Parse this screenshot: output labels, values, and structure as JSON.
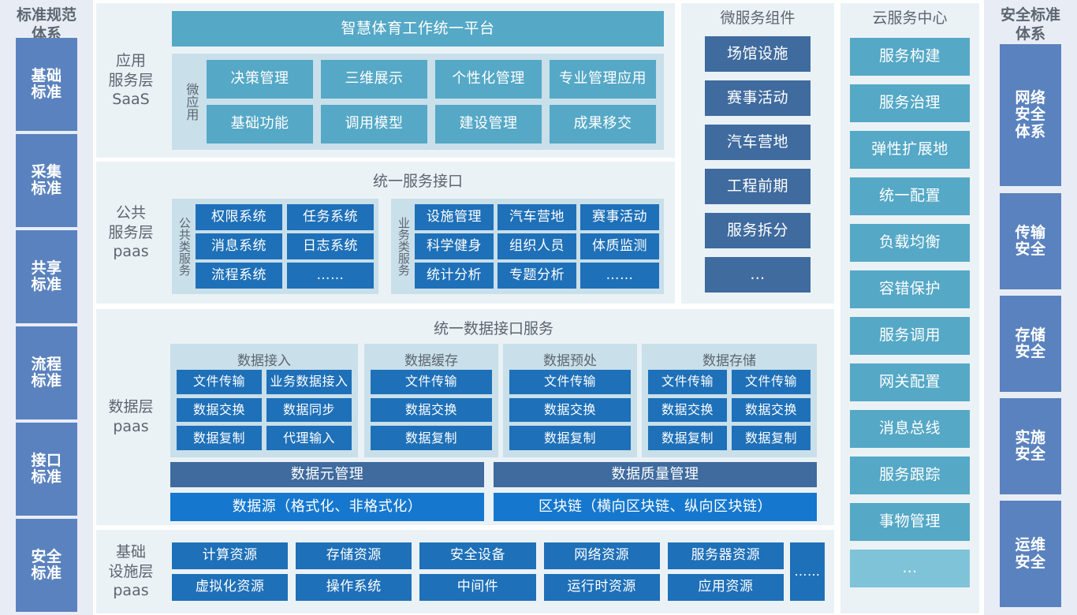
{
  "left_column": {
    "title": "标准规范\n体系",
    "title_lines": [
      "标准规范",
      "体系"
    ],
    "items": [
      {
        "label": "基础\n标准",
        "lines": [
          "基础",
          "标准"
        ]
      },
      {
        "label": "采集\n标准",
        "lines": [
          "采集",
          "标准"
        ]
      },
      {
        "label": "共享\n标准",
        "lines": [
          "共享",
          "标准"
        ]
      },
      {
        "label": "流程\n标准",
        "lines": [
          "流程",
          "标准"
        ]
      },
      {
        "label": "接口\n标准",
        "lines": [
          "接口",
          "标准"
        ]
      },
      {
        "label": "安全\n标准",
        "lines": [
          "安全",
          "标准"
        ]
      }
    ]
  },
  "right_column": {
    "title_lines": [
      "安全标准",
      "体系"
    ],
    "items": [
      {
        "lines": [
          "网络",
          "安全",
          "体系"
        ]
      },
      {
        "lines": [
          "传输",
          "安全"
        ]
      },
      {
        "lines": [
          "存储",
          "安全"
        ]
      },
      {
        "lines": [
          "实施",
          "安全"
        ]
      },
      {
        "lines": [
          "运维",
          "安全"
        ]
      }
    ]
  },
  "application_layer": {
    "label_lines": [
      "应用",
      "服务层",
      "SaaS"
    ],
    "platform_title": "智慧体育工作统一平台",
    "group_label": "微应用",
    "apps_row1": [
      "决策管理",
      "三维展示",
      "个性化管理",
      "专业管理应用"
    ],
    "apps_row2": [
      "基础功能",
      "调用模型",
      "建设管理",
      "成果移交"
    ]
  },
  "public_service_layer": {
    "label_lines": [
      "公共",
      "服务层",
      "paas"
    ],
    "title": "统一服务接口",
    "groups": [
      {
        "vlabel": "公共类服务",
        "items": [
          "权限系统",
          "任务系统",
          "消息系统",
          "日志系统",
          "流程系统",
          "……"
        ],
        "columns": 2
      },
      {
        "vlabel": "业务类服务",
        "items": [
          "设施管理",
          "汽车营地",
          "赛事活动",
          "科学健身",
          "组织人员",
          "体质监测",
          "统计分析",
          "专题分析",
          "……"
        ],
        "columns": 3
      }
    ]
  },
  "data_layer": {
    "label_lines": [
      "数据层",
      "paas"
    ],
    "title": "统一数据接口服务",
    "groups": [
      {
        "title": "数据接入",
        "columns": 2,
        "items": [
          "文件传输",
          "业务数据接入",
          "数据交换",
          "数据同步",
          "数据复制",
          "代理输入"
        ]
      },
      {
        "title": "数据缓存",
        "columns": 1,
        "items": [
          "文件传输",
          "数据交换",
          "数据复制"
        ]
      },
      {
        "title": "数据预处",
        "columns": 1,
        "items": [
          "文件传输",
          "数据交换",
          "数据复制"
        ]
      },
      {
        "title": "数据存储",
        "columns": 2,
        "items": [
          "文件传输",
          "文件传输",
          "数据交换",
          "数据交换",
          "数据复制",
          "数据复制"
        ]
      }
    ],
    "management_bars": [
      "数据元管理",
      "数据质量管理"
    ],
    "source_bars": [
      "数据源（格式化、非格式化）",
      "区块链（横向区块链、纵向区块链）"
    ]
  },
  "infrastructure_layer": {
    "label_lines": [
      "基础",
      "设施层",
      "paas"
    ],
    "row1": [
      "计算资源",
      "存储资源",
      "安全设备",
      "网络资源",
      "服务器资源"
    ],
    "row2": [
      "虚拟化资源",
      "操作系统",
      "中间件",
      "运行时资源",
      "应用资源"
    ],
    "more": "……"
  },
  "microservice_components": {
    "title": "微服务组件",
    "items": [
      "场馆设施",
      "赛事活动",
      "汽车营地",
      "工程前期",
      "服务拆分",
      "…"
    ]
  },
  "cloud_service_center": {
    "title": "云服务中心",
    "items": [
      "服务构建",
      "服务治理",
      "弹性扩展地",
      "统一配置",
      "负载均衡",
      "容错保护",
      "服务调用",
      "网关配置",
      "消息总线",
      "服务跟踪",
      "事物管理"
    ],
    "more": "…"
  },
  "colors": {
    "slate_blue": "#5A82BE",
    "teal": "#55A8C6",
    "blue": "#1E70B8",
    "steel": "#3F6B9E",
    "bright_blue": "#1578CE",
    "light_teal": "#7FC3D9",
    "panel_bg": "#EAF2F6",
    "subpanel_bg": "#C9DFEA",
    "column_bg": "#E8EDF5",
    "text_gray": "#5C6670"
  }
}
